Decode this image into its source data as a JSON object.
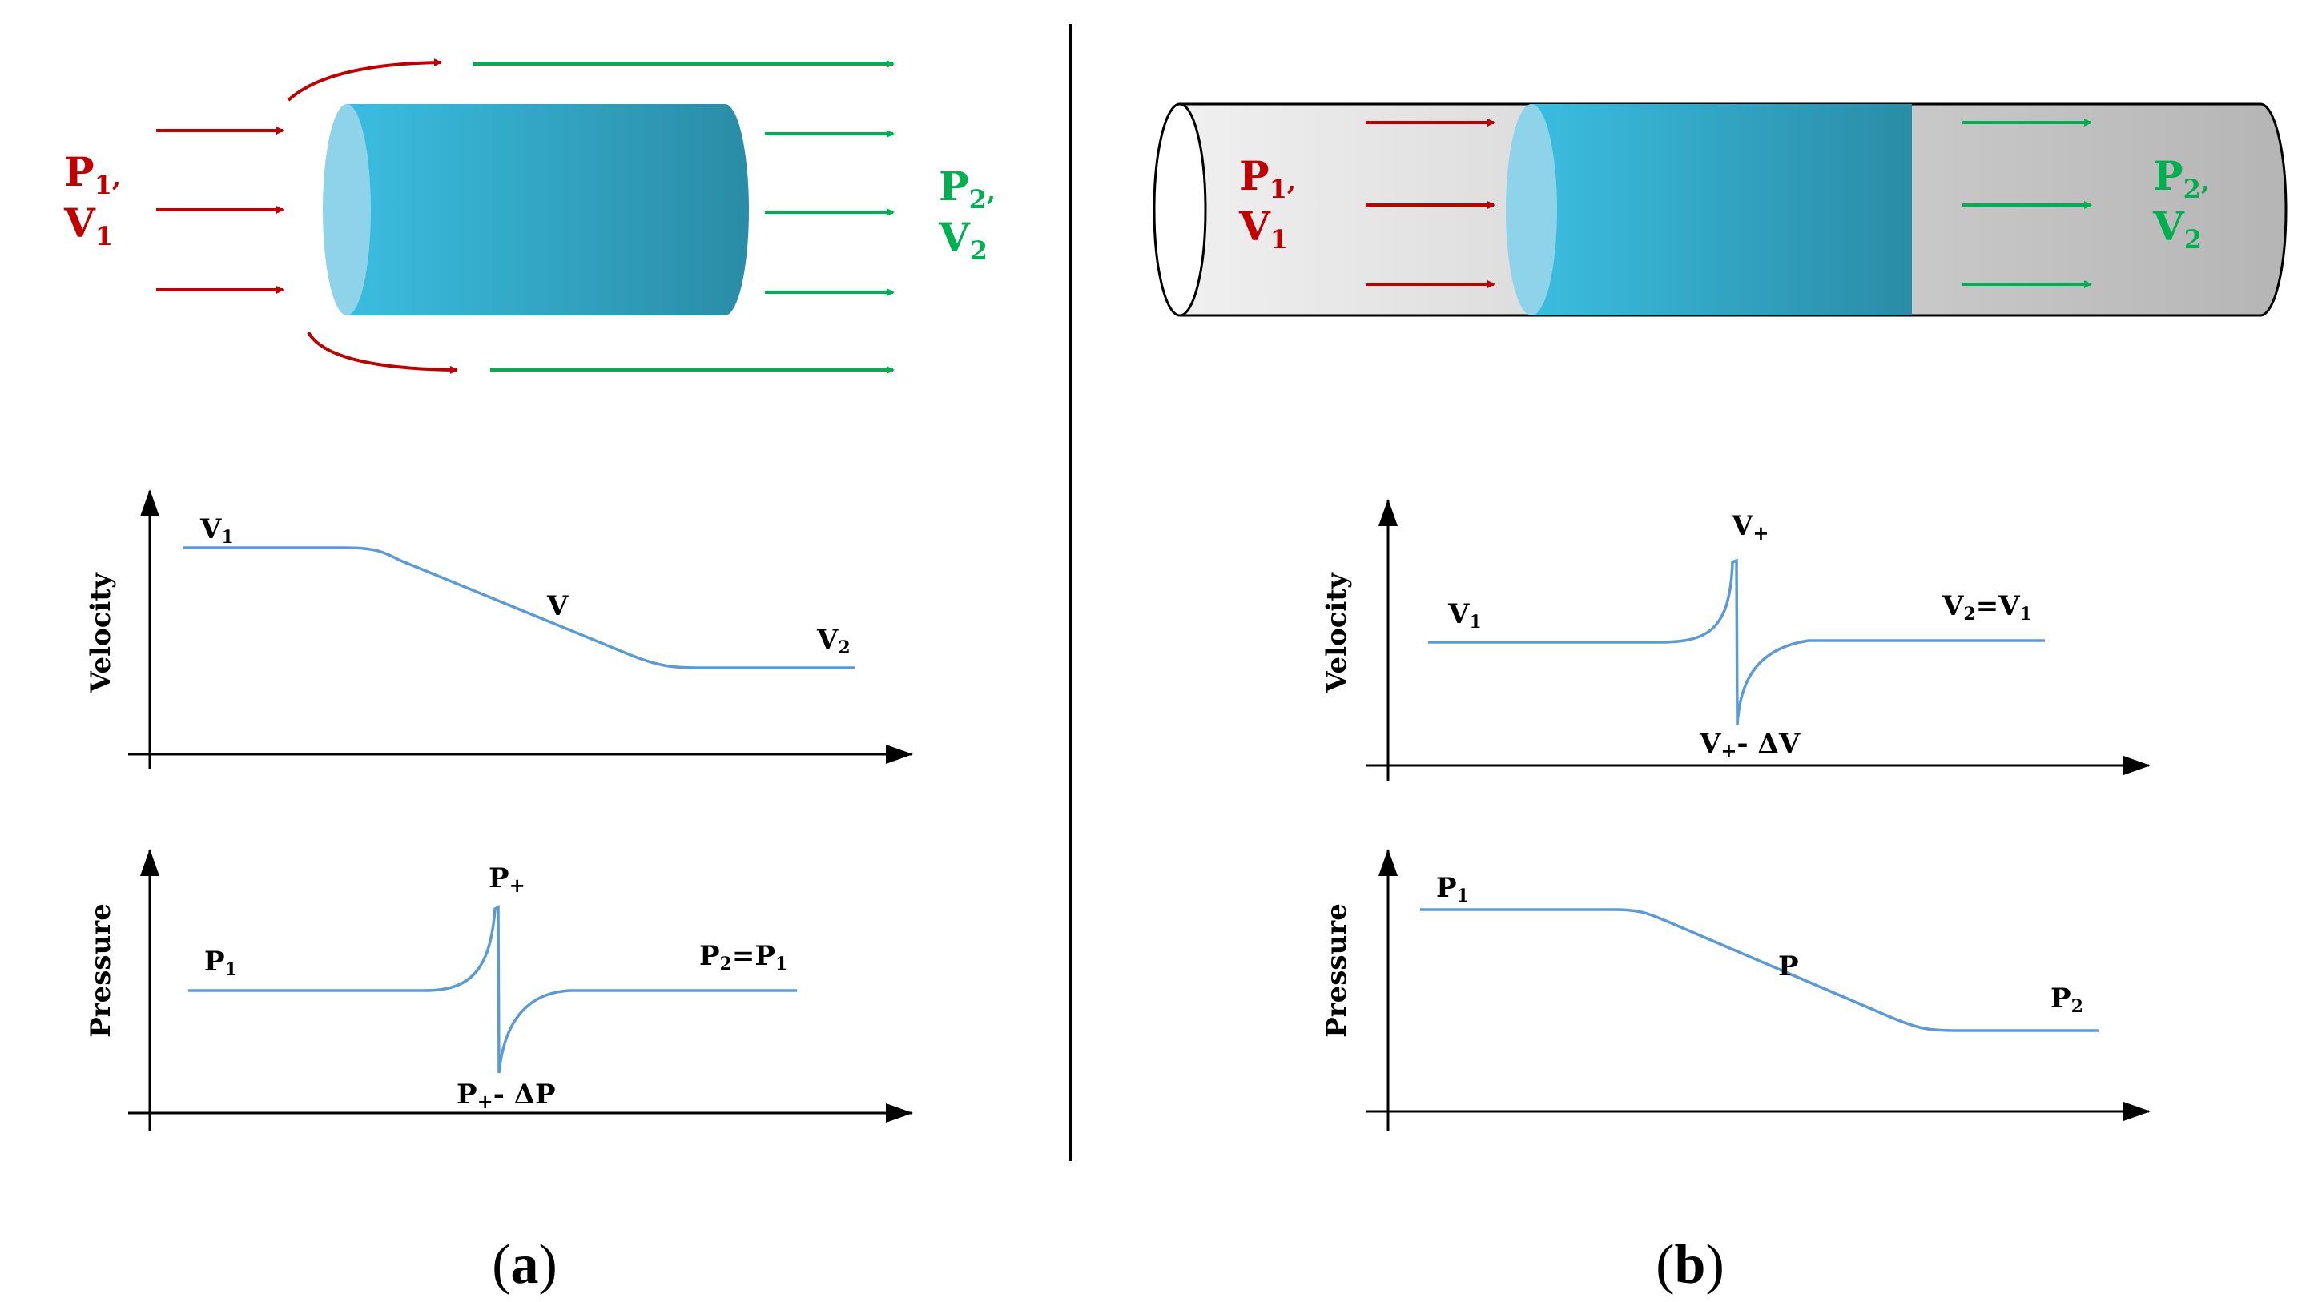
{
  "colors": {
    "red": "#c00000",
    "green": "#00b050",
    "curve": "#5b9bd5",
    "axis": "#000000",
    "cyl_light": "#8fd3ea",
    "cyl_mid": "#33b5d8",
    "cyl_dark": "#2a8ca6",
    "pipe_light": "#ececec",
    "pipe_dark": "#b8b8b8"
  },
  "panel_a": {
    "caption": {
      "open": "(",
      "letter": "a",
      "close": ")"
    },
    "inlet": {
      "line1": {
        "p": "P",
        "sub": "1",
        "comma": ","
      },
      "line2": {
        "p": "V",
        "sub": "1"
      }
    },
    "outlet": {
      "line1": {
        "p": "P",
        "sub": "2",
        "comma": ","
      },
      "line2": {
        "p": "V",
        "sub": "2"
      }
    },
    "velocity_plot": {
      "ylabel": "Velocity",
      "start": {
        "p": "V",
        "sub": "1"
      },
      "mid": "V",
      "end": {
        "p": "V",
        "sub": "2"
      }
    },
    "pressure_plot": {
      "ylabel": "Pressure",
      "start": {
        "p": "P",
        "sub": "1"
      },
      "peak": {
        "p": "P",
        "sub": "+"
      },
      "trough": {
        "p": "P",
        "sub": "+",
        "rest": "- ΔP"
      },
      "end": {
        "p": "P",
        "sub": "2",
        "rest": "=P",
        "sub2": "1"
      }
    }
  },
  "panel_b": {
    "caption": {
      "open": "(",
      "letter": "b",
      "close": ")"
    },
    "inlet": {
      "line1": {
        "p": "P",
        "sub": "1",
        "comma": ","
      },
      "line2": {
        "p": "V",
        "sub": "1"
      }
    },
    "outlet": {
      "line1": {
        "p": "P",
        "sub": "2",
        "comma": ","
      },
      "line2": {
        "p": "V",
        "sub": "2"
      }
    },
    "velocity_plot": {
      "ylabel": "Velocity",
      "start": {
        "p": "V",
        "sub": "1"
      },
      "peak": {
        "p": "V",
        "sub": "+"
      },
      "trough": {
        "p": "V",
        "sub": "+",
        "rest": "- ΔV"
      },
      "end": {
        "p": "V",
        "sub": "2",
        "rest": "=V",
        "sub2": "1"
      }
    },
    "pressure_plot": {
      "ylabel": "Pressure",
      "start": {
        "p": "P",
        "sub": "1"
      },
      "mid": "P",
      "end": {
        "p": "P",
        "sub": "2"
      }
    }
  }
}
